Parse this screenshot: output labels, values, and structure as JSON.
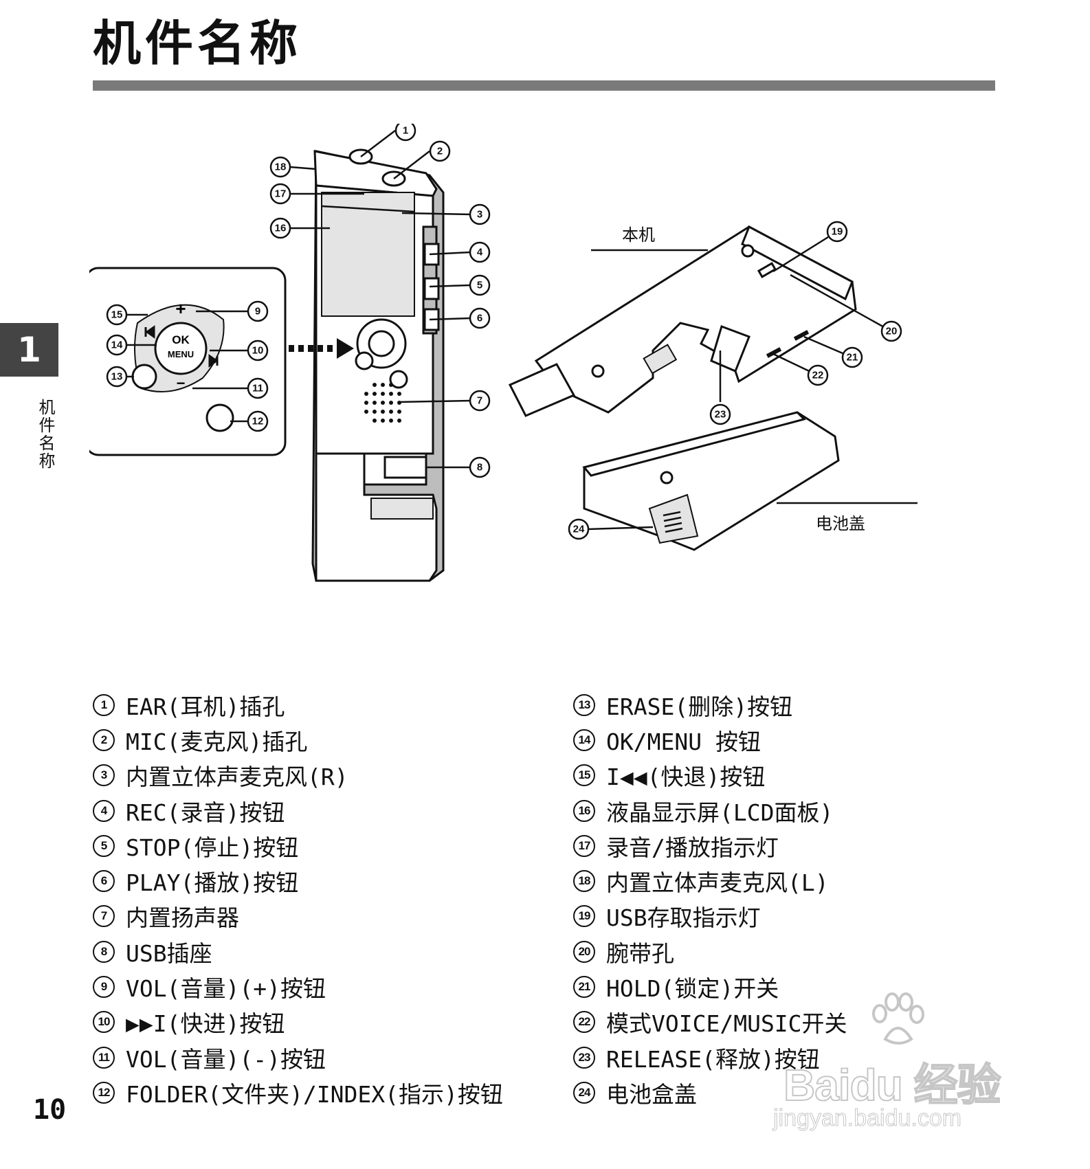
{
  "page": {
    "title": "机件名称",
    "chapter_number": "1",
    "chapter_label": "机件名称",
    "page_number": "10"
  },
  "diagram": {
    "callouts": [
      "1",
      "2",
      "3",
      "4",
      "5",
      "6",
      "7",
      "8",
      "9",
      "10",
      "11",
      "12",
      "13",
      "14",
      "15",
      "16",
      "17",
      "18",
      "19",
      "20",
      "21",
      "22",
      "23",
      "24"
    ],
    "label_main_unit": "本机",
    "label_battery_cover": "电池盖",
    "button_ok": "OK",
    "button_menu": "MENU",
    "button_plus": "+",
    "button_minus": "−"
  },
  "parts_left": [
    {
      "num": "1",
      "text": "EAR(耳机)插孔"
    },
    {
      "num": "2",
      "text": "MIC(麦克风)插孔"
    },
    {
      "num": "3",
      "text": "内置立体声麦克风(R)"
    },
    {
      "num": "4",
      "text": "REC(录音)按钮"
    },
    {
      "num": "5",
      "text": "STOP(停止)按钮"
    },
    {
      "num": "6",
      "text": "PLAY(播放)按钮"
    },
    {
      "num": "7",
      "text": "内置扬声器"
    },
    {
      "num": "8",
      "text": "USB插座"
    },
    {
      "num": "9",
      "text": "VOL(音量)(+)按钮"
    },
    {
      "num": "10",
      "text": "▶▶I(快进)按钮"
    },
    {
      "num": "11",
      "text": "VOL(音量)(-)按钮"
    },
    {
      "num": "12",
      "text": " FOLDER(文件夹)/INDEX(指示)按钮"
    }
  ],
  "parts_right": [
    {
      "num": "13",
      "text": "ERASE(删除)按钮"
    },
    {
      "num": "14",
      "text": "OK/MENU 按钮"
    },
    {
      "num": "15",
      "text": "I◀◀(快退)按钮"
    },
    {
      "num": "16",
      "text": "液晶显示屏(LCD面板)"
    },
    {
      "num": "17",
      "text": "录音/播放指示灯"
    },
    {
      "num": "18",
      "text": "内置立体声麦克风(L)"
    },
    {
      "num": "19",
      "text": "USB存取指示灯"
    },
    {
      "num": "20",
      "text": "腕带孔"
    },
    {
      "num": "21",
      "text": "HOLD(锁定)开关"
    },
    {
      "num": "22",
      "text": "模式VOICE/MUSIC开关"
    },
    {
      "num": "23",
      "text": "RELEASE(释放)按钮"
    },
    {
      "num": "24",
      "text": "电池盒盖"
    }
  ],
  "watermark": {
    "logo": "Baidu 经验",
    "url": "jingyan.baidu.com"
  }
}
